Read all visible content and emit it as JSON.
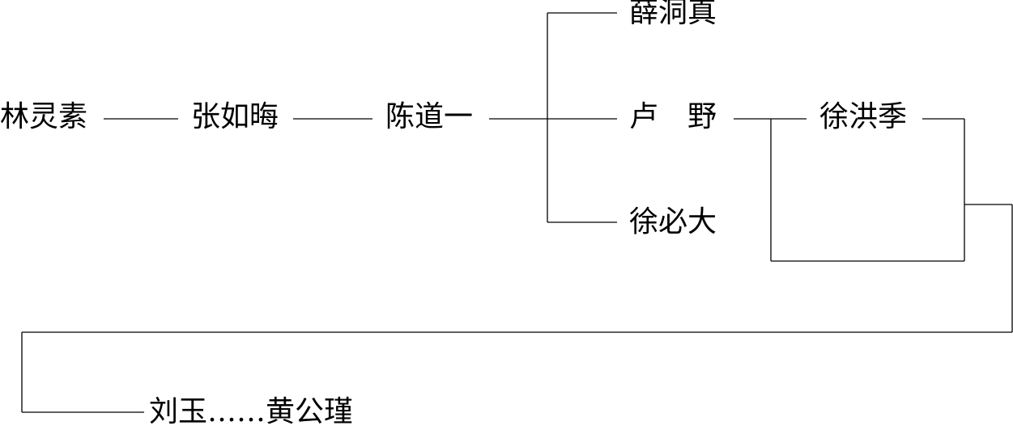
{
  "lineage": {
    "nodes": {
      "lin_lingsu": "林灵素",
      "zhang_ruhui": "张如晦",
      "chen_daoyi": "陈道一",
      "xue_dongzhen": "薛洞真",
      "lu_ye": "卢　野",
      "xu_bida": "徐必大",
      "xu_hongji": "徐洪季",
      "liu_yu_huang_gongjin": "刘玉……黄公瑾"
    },
    "colors": {
      "line": "#000000",
      "text": "#000000",
      "background": "#ffffff"
    }
  }
}
